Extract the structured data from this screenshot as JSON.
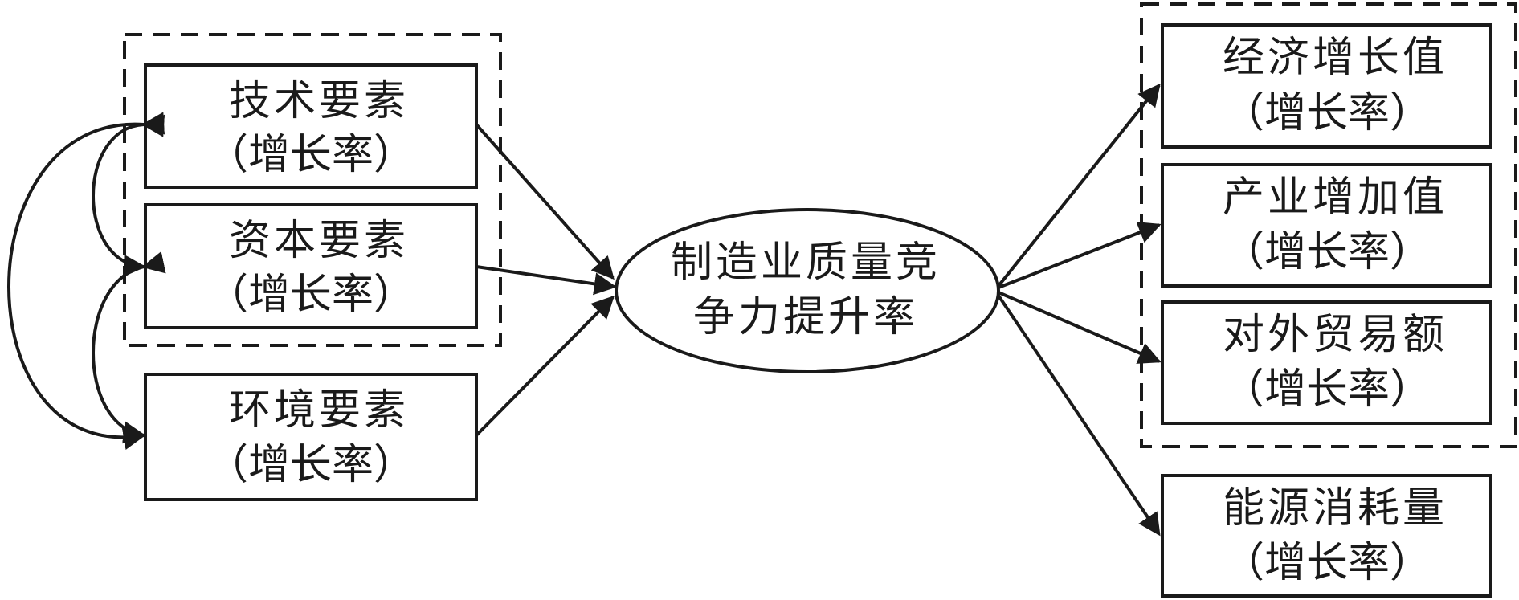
{
  "colors": {
    "stroke": "#1a1a1a",
    "background": "#ffffff"
  },
  "inputs": [
    {
      "id": "tech",
      "title": "技术要素",
      "sub": "（增长率）"
    },
    {
      "id": "capital",
      "title": "资本要素",
      "sub": "（增长率）"
    },
    {
      "id": "env",
      "title": "环境要素",
      "sub": "（增长率）"
    }
  ],
  "center": {
    "line1": "制造业质量竞",
    "line2": "争力提升率"
  },
  "outputs": [
    {
      "id": "econ",
      "title": "经济增长值",
      "sub": "（增长率）"
    },
    {
      "id": "industry",
      "title": "产业增加值",
      "sub": "（增长率）"
    },
    {
      "id": "trade",
      "title": "对外贸易额",
      "sub": "（增长率）"
    },
    {
      "id": "energy",
      "title": "能源消耗量",
      "sub": "（增长率）"
    }
  ]
}
